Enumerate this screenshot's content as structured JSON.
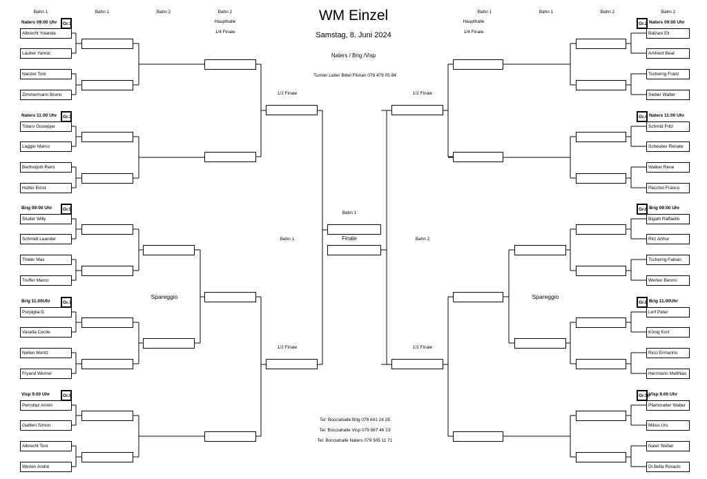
{
  "header": {
    "title": "WM Einzel",
    "date": "Samstag, 8. Juni 2024",
    "location": "Naters / Brig /Visp",
    "organizer": "Turnier Leiter Bittel Florian  079 479 05 84"
  },
  "columns": {
    "left": [
      "Bahn 1",
      "Bahn 1",
      "Bahn 2",
      "Bahn 2"
    ],
    "right": [
      "Bahn 1",
      "Bahn 1",
      "Bahn 2",
      "Bahn 2"
    ]
  },
  "labels": {
    "haupthalle": "Haupthalle",
    "quarter": "1/4 Finale",
    "semi": "1/2 Finale",
    "bahn1": "Bahn 1",
    "bahn2": "Bahn 2",
    "finale": "Finale",
    "spareggio": "Spareggio"
  },
  "groups_left": [
    {
      "gr": "Gr.1",
      "title": "Naters  09:00 Uhr",
      "players": [
        "Albrecht Yolanda",
        "Lauber Yannic",
        "Nanzer Toni",
        "Zimmermann Bruno"
      ]
    },
    {
      "gr": "Gr.3",
      "title": "Naters  11:00 Uhr",
      "players": [
        "Totaro Giuseppe",
        "Lagger Marco",
        "Bertholjotti Reini",
        "Hutter Ernst"
      ]
    },
    {
      "gr": "Gr.5",
      "title": "Brig  09:00 Uhr",
      "players": [
        "Studer Willy",
        "Schmidt Leander",
        "Theler Max",
        "Truffer Marco"
      ]
    },
    {
      "gr": "Gr.7",
      "title": "Brig 11.00Uhr",
      "players": [
        "Porpiglia G",
        "Vasella Cecile",
        "Nellen Moritz",
        "Fryand Werner"
      ]
    },
    {
      "gr": "Gr.9",
      "title": "Visp 9.00 Uhr",
      "players": [
        "Perrollaz Armin",
        "Gattlen Simon",
        "Albrecht Toni",
        "Werlen André"
      ]
    }
  ],
  "groups_right": [
    {
      "gr": "Gr.2",
      "title": "Naters  09:00 Uhr",
      "players": [
        "Balzani Eli",
        "Amherd Beat",
        "Tscherrig Franz",
        "Sieber Walter"
      ]
    },
    {
      "gr": "Gr.4",
      "title": "Naters  11:00 Uhr",
      "players": [
        "Schmid Fritz",
        "Scheuber Renate",
        "Walker Rene",
        "Pecchio Franco"
      ]
    },
    {
      "gr": "Gr.6",
      "title": "Brig  09:00 Uhr",
      "players": [
        "Bigatti Raffaello",
        "Ritz Arthur",
        "Tscherrig Fabian",
        "Werlen Benno"
      ]
    },
    {
      "gr": "Gr.8",
      "title": "Brig 11.00Uhr",
      "players": [
        "Lerf Peter",
        "König Kurt",
        "Ricci Ermanno",
        "Herrmann Matthias"
      ]
    },
    {
      "gr": "Gr.10",
      "title": "Visp 9.00 Uhr",
      "players": [
        "Pfammatter Walter",
        "Milius Urs",
        "Nater Stefan",
        "Di Bella Rosario"
      ]
    }
  ],
  "contacts": [
    "Tel: Bocciahalle Brig  078 641 24 25",
    "Tel: Bocciahalle Visp  079 887 46 23",
    "Tel: Bocciahalle Naters  079 505 11 71"
  ]
}
